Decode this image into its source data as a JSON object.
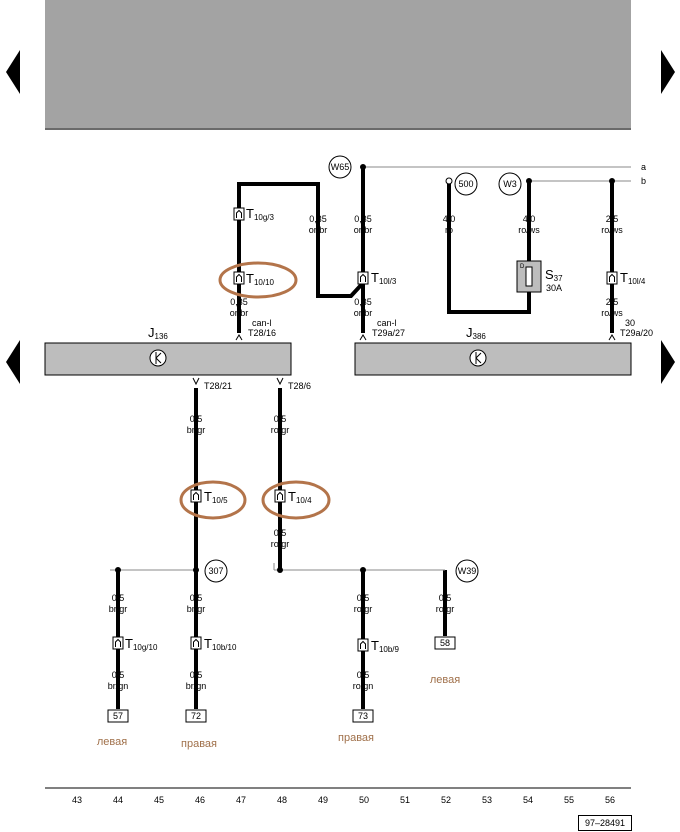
{
  "components": {
    "j136": {
      "letter": "J",
      "sub": "136"
    },
    "j386": {
      "letter": "J",
      "sub": "386"
    },
    "s37": {
      "letter": "S",
      "sub": "37",
      "rating": "30A"
    }
  },
  "connectors": {
    "t10g3": {
      "letter": "T",
      "sub": "10g/3"
    },
    "t1010": {
      "letter": "T",
      "sub": "10/10"
    },
    "t10l3": {
      "letter": "T",
      "sub": "10l/3"
    },
    "t10l4": {
      "letter": "T",
      "sub": "10l/4"
    },
    "t105": {
      "letter": "T",
      "sub": "10/5"
    },
    "t104": {
      "letter": "T",
      "sub": "10/4"
    },
    "t10g10": {
      "letter": "T",
      "sub": "10g/10"
    },
    "t10b10": {
      "letter": "T",
      "sub": "10b/10"
    },
    "t10b9": {
      "letter": "T",
      "sub": "10b/9"
    }
  },
  "pins": {
    "t2816": "T28/16",
    "t29a27": "T29a/27",
    "t2821": "T28/21",
    "t286": "T28/6",
    "t29a20": "T29a/20",
    "pin30": "30"
  },
  "can_labels": {
    "left": "can-l",
    "right": "can-l"
  },
  "ground_points": [
    "W65",
    "W3",
    "W39"
  ],
  "junctions": [
    "500",
    "307"
  ],
  "bus_lines": [
    "a",
    "b"
  ],
  "wires": {
    "w1_size": "0,35",
    "w1_color": "or/br",
    "w2_size": "0,35",
    "w2_color": "or/br",
    "w3_size": "0,35",
    "w3_color": "or/br",
    "w4_size": "0,35",
    "w4_color": "or/br",
    "w5_size": "4,0",
    "w5_color": "ro",
    "w6_size": "4,0",
    "w6_color": "ro/ws",
    "w7_size": "2,5",
    "w7_color": "ro/ws",
    "w8_size": "2,5",
    "w8_color": "ro/ws",
    "w9_size": "0,5",
    "w9_color": "br/gr",
    "w10_size": "0,5",
    "w10_color": "ro/gr",
    "w11_size": "0,5",
    "w11_color": "ro/gr",
    "w12_size": "0,5",
    "w12_color": "br/gr",
    "w13_size": "0,5",
    "w13_color": "br/gr",
    "w14_size": "0,5",
    "w14_color": "ro/gr",
    "w15_size": "0,5",
    "w15_color": "ro/gr",
    "w16_size": "0,5",
    "w16_color": "br/gn",
    "w17_size": "0,5",
    "w17_color": "br/gn",
    "w18_size": "0,5",
    "w18_color": "ro/gn"
  },
  "terminals": [
    "57",
    "72",
    "73",
    "58"
  ],
  "side_labels": {
    "levaya1": "левая",
    "pravaya1": "правая",
    "pravaya2": "правая",
    "levaya2": "левая"
  },
  "columns": [
    "43",
    "44",
    "45",
    "46",
    "47",
    "48",
    "49",
    "50",
    "51",
    "52",
    "53",
    "54",
    "55",
    "56"
  ],
  "figure_id": "97–28491",
  "colors": {
    "header": "#a3a3a3",
    "module": "#bdbdbd",
    "highlight": "#b3744a",
    "side_label": "#a0704a"
  }
}
